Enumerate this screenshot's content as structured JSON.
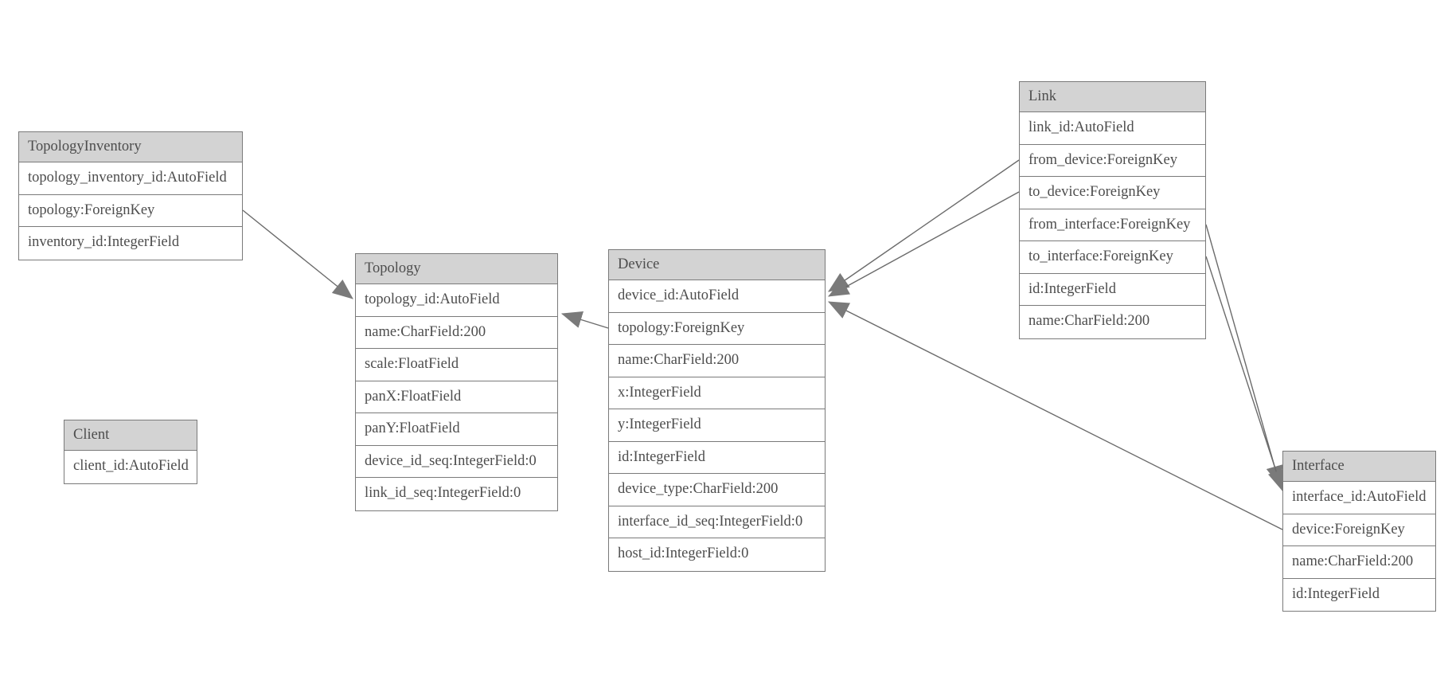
{
  "diagram": {
    "colors": {
      "background": "#ffffff",
      "header_fill": "#d3d3d3",
      "row_fill": "#ffffff",
      "border": "#7a7a7a",
      "edge": "#6b6b6b",
      "arrow_fill": "#7a7a7a",
      "text": "#4d4d4d"
    },
    "entities": [
      {
        "name": "TopologyInventory",
        "fields": [
          "topology_inventory_id:AutoField",
          "topology:ForeignKey",
          "inventory_id:IntegerField"
        ]
      },
      {
        "name": "Topology",
        "fields": [
          "topology_id:AutoField",
          "name:CharField:200",
          "scale:FloatField",
          "panX:FloatField",
          "panY:FloatField",
          "device_id_seq:IntegerField:0",
          "link_id_seq:IntegerField:0"
        ]
      },
      {
        "name": "Client",
        "fields": [
          "client_id:AutoField"
        ]
      },
      {
        "name": "Device",
        "fields": [
          "device_id:AutoField",
          "topology:ForeignKey",
          "name:CharField:200",
          "x:IntegerField",
          "y:IntegerField",
          "id:IntegerField",
          "device_type:CharField:200",
          "interface_id_seq:IntegerField:0",
          "host_id:IntegerField:0"
        ]
      },
      {
        "name": "Link",
        "fields": [
          "link_id:AutoField",
          "from_device:ForeignKey",
          "to_device:ForeignKey",
          "from_interface:ForeignKey",
          "to_interface:ForeignKey",
          "id:IntegerField",
          "name:CharField:200"
        ]
      },
      {
        "name": "Interface",
        "fields": [
          "interface_id:AutoField",
          "device:ForeignKey",
          "name:CharField:200",
          "id:IntegerField"
        ]
      }
    ],
    "relationships": [
      {
        "from": "TopologyInventory.topology",
        "to": "Topology.topology_id"
      },
      {
        "from": "Device.topology",
        "to": "Topology.topology_id"
      },
      {
        "from": "Link.from_device",
        "to": "Device.device_id"
      },
      {
        "from": "Link.to_device",
        "to": "Device.device_id"
      },
      {
        "from": "Link.from_interface",
        "to": "Interface.interface_id"
      },
      {
        "from": "Link.to_interface",
        "to": "Interface.interface_id"
      },
      {
        "from": "Interface.device",
        "to": "Device.device_id"
      }
    ]
  }
}
